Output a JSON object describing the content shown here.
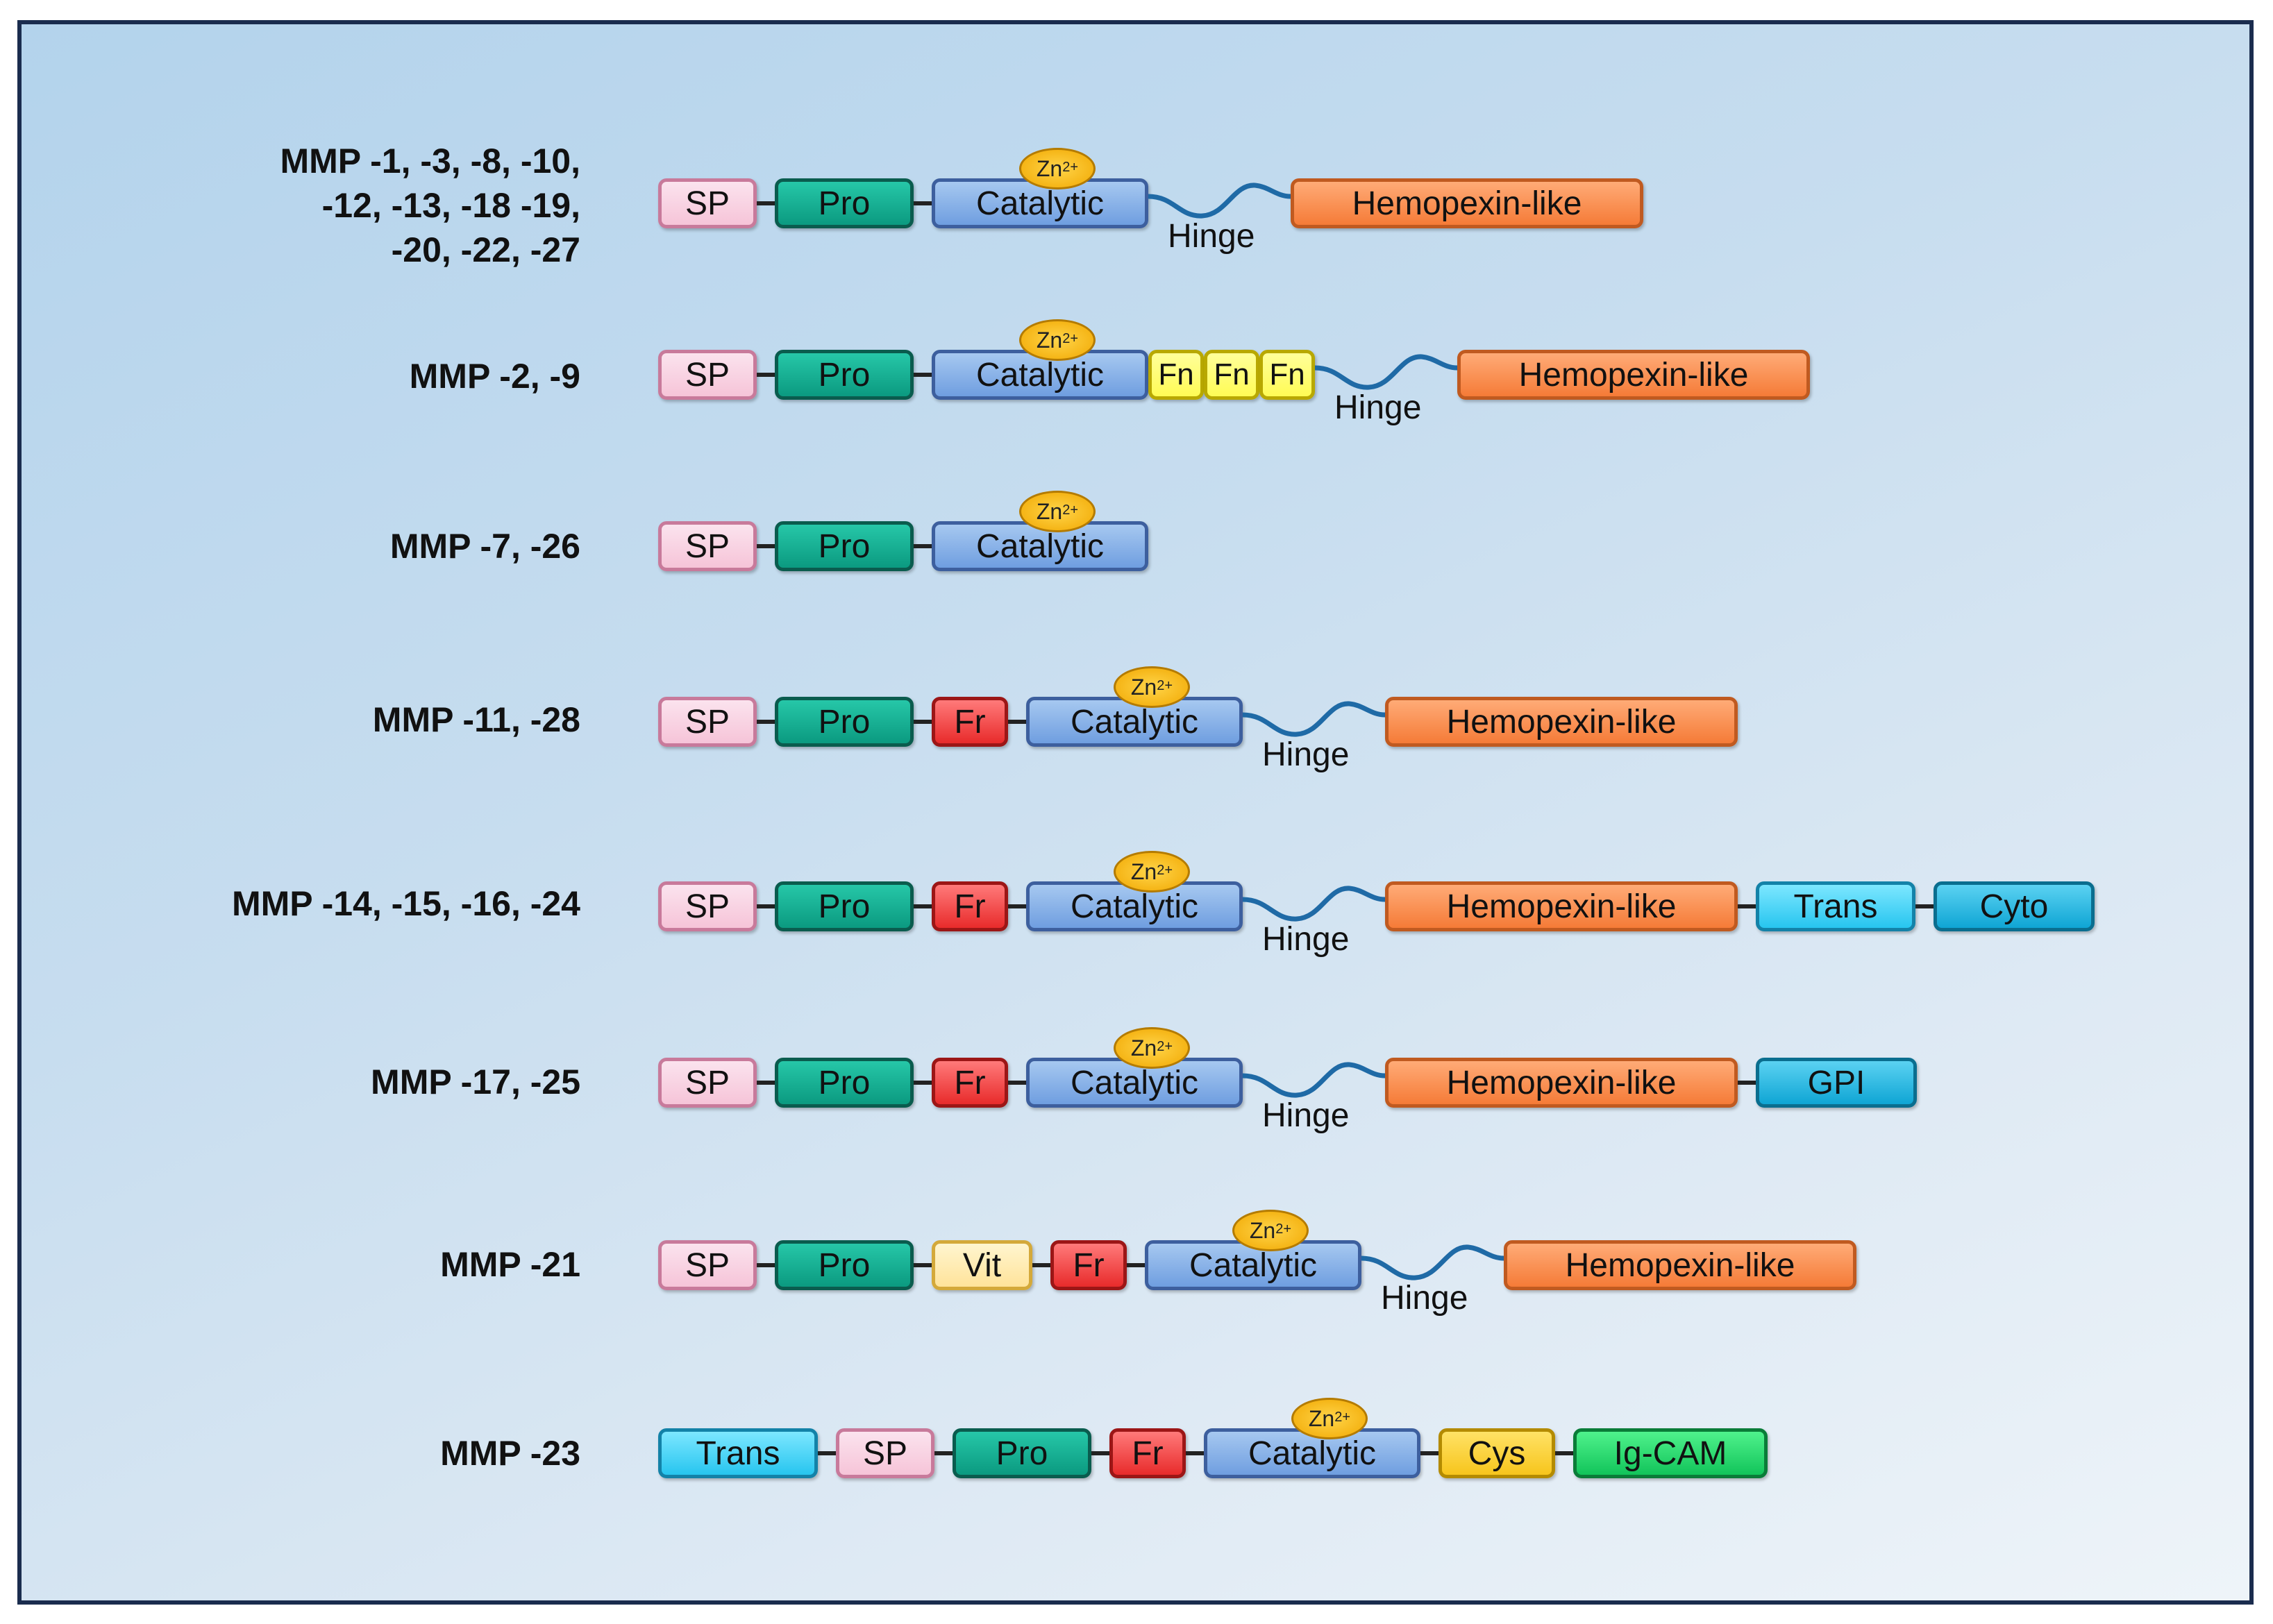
{
  "rows": [
    {
      "label": "MMP -1, -3, -8, -10,\n-12, -13, -18 -19,\n-20, -22, -27",
      "domains": [
        "SP",
        "Pro",
        "Catalytic",
        "Hinge",
        "Hemopexin-like"
      ]
    },
    {
      "label": "MMP -2, -9",
      "domains": [
        "SP",
        "Pro",
        "Catalytic",
        "Fn",
        "Fn",
        "Fn",
        "Hinge",
        "Hemopexin-like"
      ]
    },
    {
      "label": "MMP -7, -26",
      "domains": [
        "SP",
        "Pro",
        "Catalytic"
      ]
    },
    {
      "label": "MMP -11, -28",
      "domains": [
        "SP",
        "Pro",
        "Fr",
        "Catalytic",
        "Hinge",
        "Hemopexin-like"
      ]
    },
    {
      "label": "MMP -14, -15, -16, -24",
      "domains": [
        "SP",
        "Pro",
        "Fr",
        "Catalytic",
        "Hinge",
        "Hemopexin-like",
        "Trans",
        "Cyto"
      ]
    },
    {
      "label": "MMP -17, -25",
      "domains": [
        "SP",
        "Pro",
        "Fr",
        "Catalytic",
        "Hinge",
        "Hemopexin-like",
        "GPI"
      ]
    },
    {
      "label": "MMP -21",
      "domains": [
        "SP",
        "Pro",
        "Vit",
        "Fr",
        "Catalytic",
        "Hinge",
        "Hemopexin-like"
      ]
    },
    {
      "label": "MMP -23",
      "domains": [
        "Trans",
        "SP",
        "Pro",
        "Fr",
        "Catalytic",
        "Cys",
        "Ig-CAM"
      ]
    }
  ],
  "zinc_label": "Zn",
  "zinc_charge": "2+",
  "colors": {
    "SP": "#f6c4d8",
    "Pro": "#0b9a80",
    "Catalytic": "#6f9ee0",
    "Hemopexin-like": "#f57b37",
    "Fn": "#fffb55",
    "Fr": "#e82b2b",
    "Trans": "#27c5ef",
    "Cyto": "#0fa5d4",
    "GPI": "#0fa5d4",
    "Vit": "#ffe39a",
    "Cys": "#f7c51c",
    "Ig-CAM": "#12c45a"
  }
}
